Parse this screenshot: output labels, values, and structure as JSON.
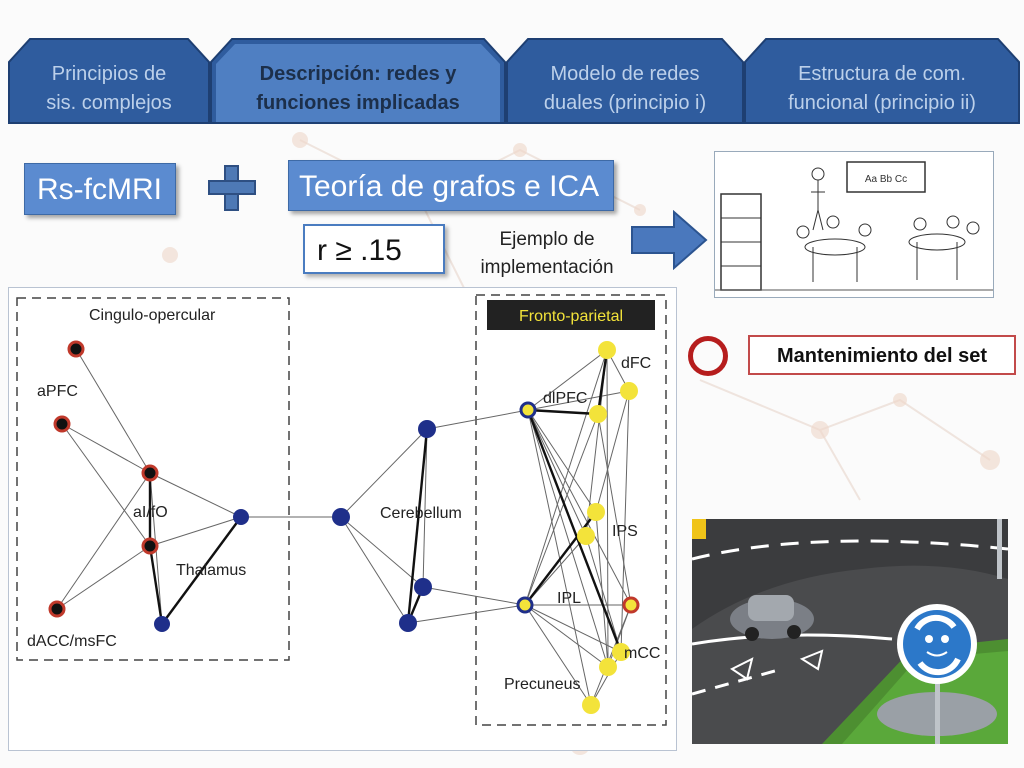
{
  "tabs": [
    {
      "line1": "Principios de",
      "line2": "sis. complejos",
      "active": false
    },
    {
      "line1": "Descripción: redes y",
      "line2": "funciones implicadas",
      "active": true
    },
    {
      "line1": "Modelo de redes",
      "line2": "duales (principio i)",
      "active": false
    },
    {
      "line1": "Estructura de com.",
      "line2": "funcional (principio ii)",
      "active": false
    }
  ],
  "method": {
    "left_label": "Rs-fcMRI",
    "right_label": "Teoría de grafos e ICA",
    "threshold": "r ≥ .15",
    "example_line1": "Ejemplo de",
    "example_line2": "implementación"
  },
  "classroom": {
    "board_text": "Aa Bb Cc"
  },
  "legend": {
    "label": "Mantenimiento del set",
    "ring_color": "#b61d1d"
  },
  "network": {
    "cingulo_title": "Cingulo-opercular",
    "fronto_title": "Fronto-parietal",
    "labels": {
      "apfc": "aPFC",
      "aifo": "aI/fO",
      "thalamus": "Thalamus",
      "dacc": "dACC/msFC",
      "cerebellum": "Cerebellum",
      "dfc": "dFC",
      "dlpfc": "dlPFC",
      "ips": "IPS",
      "ipl": "IPL",
      "mcc": "mCC",
      "precuneus": "Precuneus"
    },
    "colors": {
      "cingulo_node": "#111111",
      "cingulo_ring": "#c0392b",
      "hub": "#1f2f8a",
      "fronto": "#f3e33a"
    }
  }
}
